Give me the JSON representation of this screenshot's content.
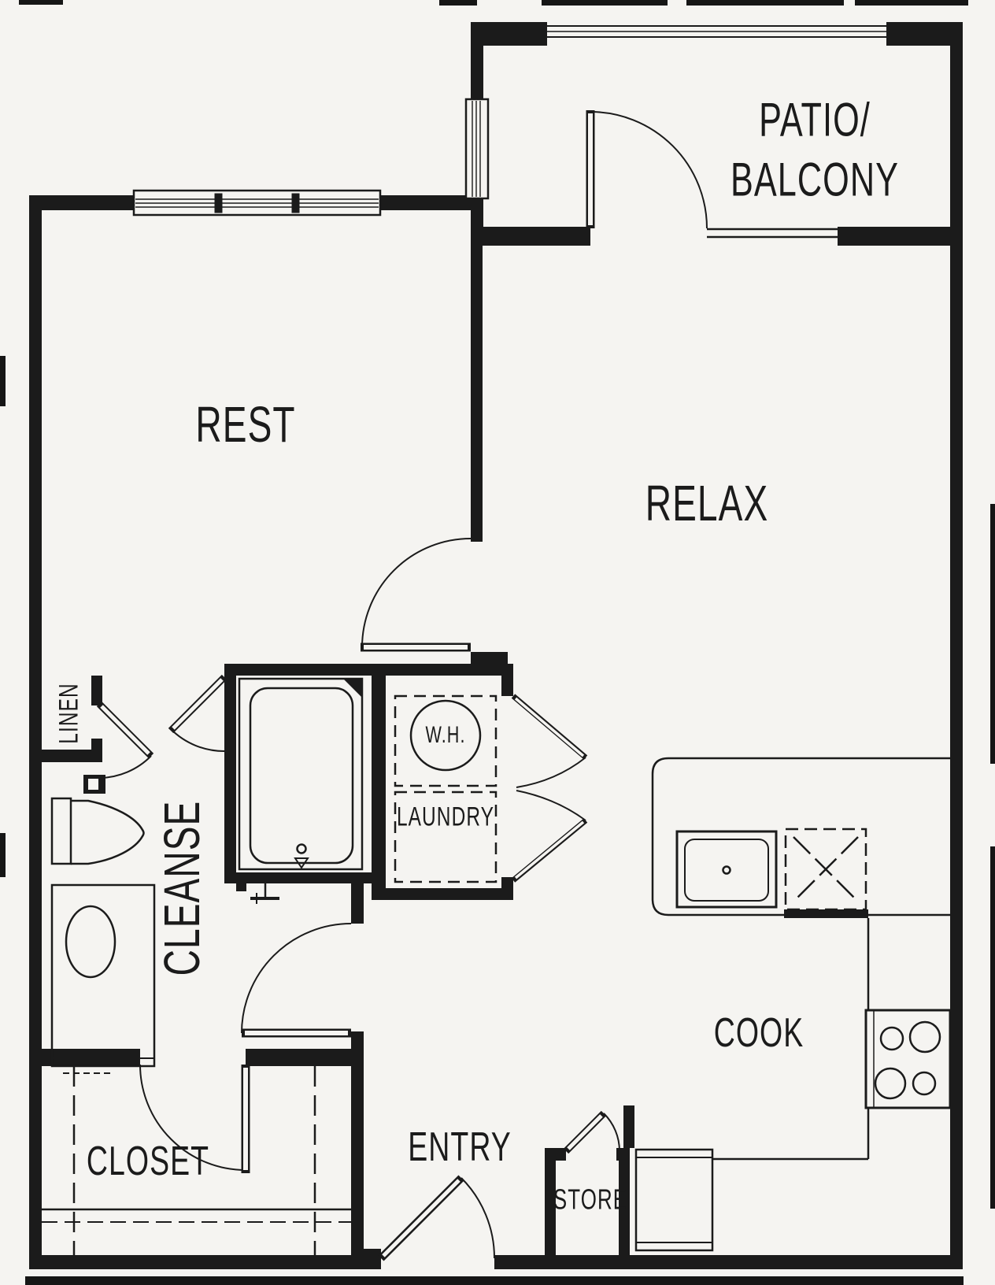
{
  "plan": {
    "type": "apartment-floor-plan",
    "colors": {
      "line": "#1b1b1b",
      "paper": "#f5f4f1"
    },
    "labels": {
      "patio_line1": "PATIO/",
      "patio_line2": "BALCONY",
      "rest": "REST",
      "relax": "RELAX",
      "cleanse": "CLEANSE",
      "linen": "LINEN",
      "water_heater": "W.H.",
      "laundry": "LAUNDRY",
      "closet": "CLOSET",
      "entry": "ENTRY",
      "store": "STORE",
      "cook": "COOK"
    },
    "fixtures": [
      "bathtub-icon",
      "toilet-icon",
      "vanity-sink-icon",
      "water-heater-icon",
      "washer-dryer-dashed-icon",
      "kitchen-sink-icon",
      "dishwasher-dashed-icon",
      "range-burners-icon",
      "refrigerator-icon",
      "window-icon",
      "door-swing-icon",
      "bifold-door-icon",
      "closet-shelf-dashed-icon"
    ]
  }
}
